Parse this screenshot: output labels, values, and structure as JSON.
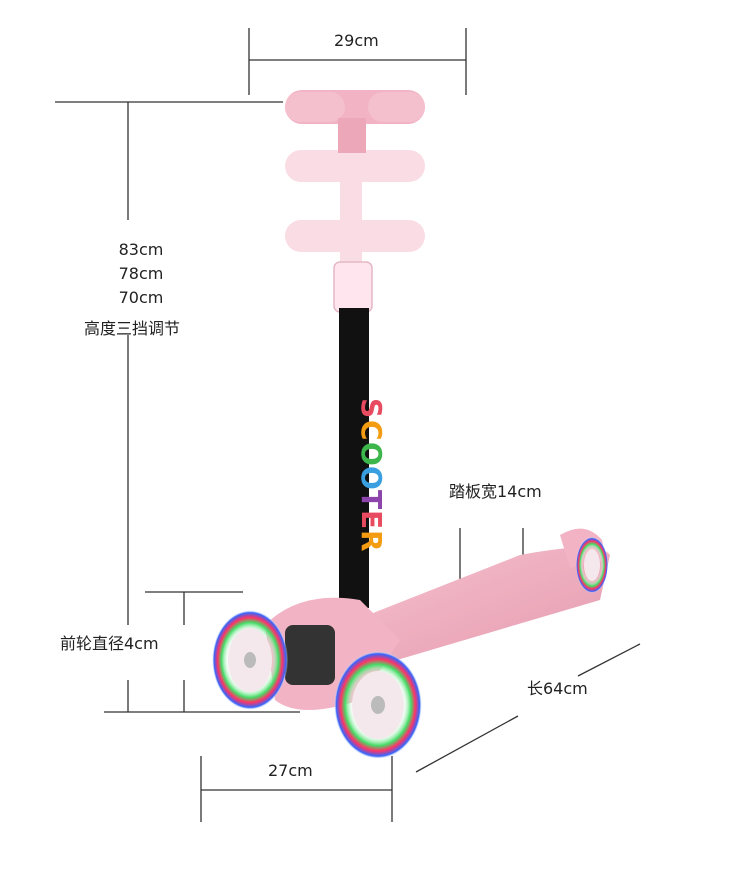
{
  "dimensions": {
    "handlebar_width": "29cm",
    "heights": [
      "83cm",
      "78cm",
      "70cm"
    ],
    "height_note": "高度三挡调节",
    "deck_width": "踏板宽14cm",
    "front_wheel": "前轮直径4cm",
    "length": "长64cm",
    "wheelbase_width": "27cm"
  },
  "product": {
    "stem_text": "SCOOTER",
    "colors": {
      "body": "#f2b3c4",
      "body_dark": "#e29bb0",
      "stem": "#111111",
      "wheel_core": "#f4e8ec",
      "line": "#333333"
    }
  }
}
